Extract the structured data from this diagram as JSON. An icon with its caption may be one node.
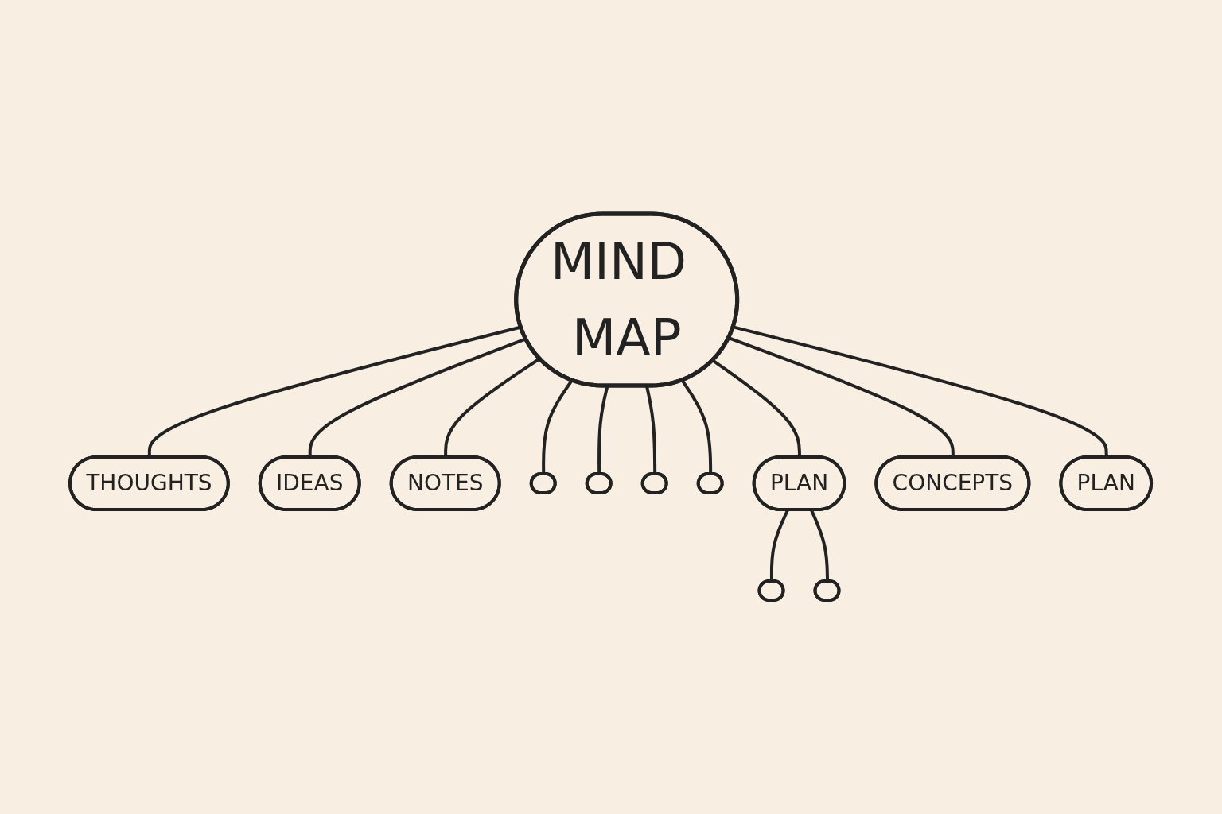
{
  "diagram": {
    "nodes": [
      {
        "text": [
          "MIND MAP"
        ]
      },
      {
        "text": [
          "THOUGHTS"
        ]
      },
      {
        "text": [
          "IDEAS"
        ]
      },
      {
        "text": [
          "NOTES"
        ]
      },
      {
        "text": [],
        "shape": "oval"
      },
      {
        "text": [],
        "shape": "oval"
      },
      {
        "text": [],
        "shape": "oval"
      },
      {
        "text": [],
        "shape": "oval"
      },
      {
        "text": [
          "PLAN"
        ]
      },
      {
        "text": [
          "CONCEPTS"
        ]
      },
      {
        "text": [
          "PLAN"
        ]
      },
      {
        "text": [],
        "shape": "oval"
      },
      {
        "text": [],
        "shape": "oval"
      }
    ],
    "edges": [
      {
        "from": 0,
        "to": 1,
        "arrow": "none"
      },
      {
        "from": 0,
        "to": 2,
        "arrow": "none"
      },
      {
        "from": 0,
        "to": 3,
        "arrow": "none"
      },
      {
        "from": 0,
        "to": 4,
        "arrow": "none"
      },
      {
        "from": 0,
        "to": 5,
        "arrow": "none"
      },
      {
        "from": 0,
        "to": 6,
        "arrow": "none"
      },
      {
        "from": 0,
        "to": 7,
        "arrow": "none"
      },
      {
        "from": 0,
        "to": 8,
        "arrow": "none"
      },
      {
        "from": 0,
        "to": 9,
        "arrow": "none"
      },
      {
        "from": 0,
        "to": 10,
        "arrow": "none"
      },
      {
        "from": 8,
        "to": 11,
        "arrow": "none"
      },
      {
        "from": 8,
        "to": 12,
        "arrow": "none"
      }
    ]
  }
}
